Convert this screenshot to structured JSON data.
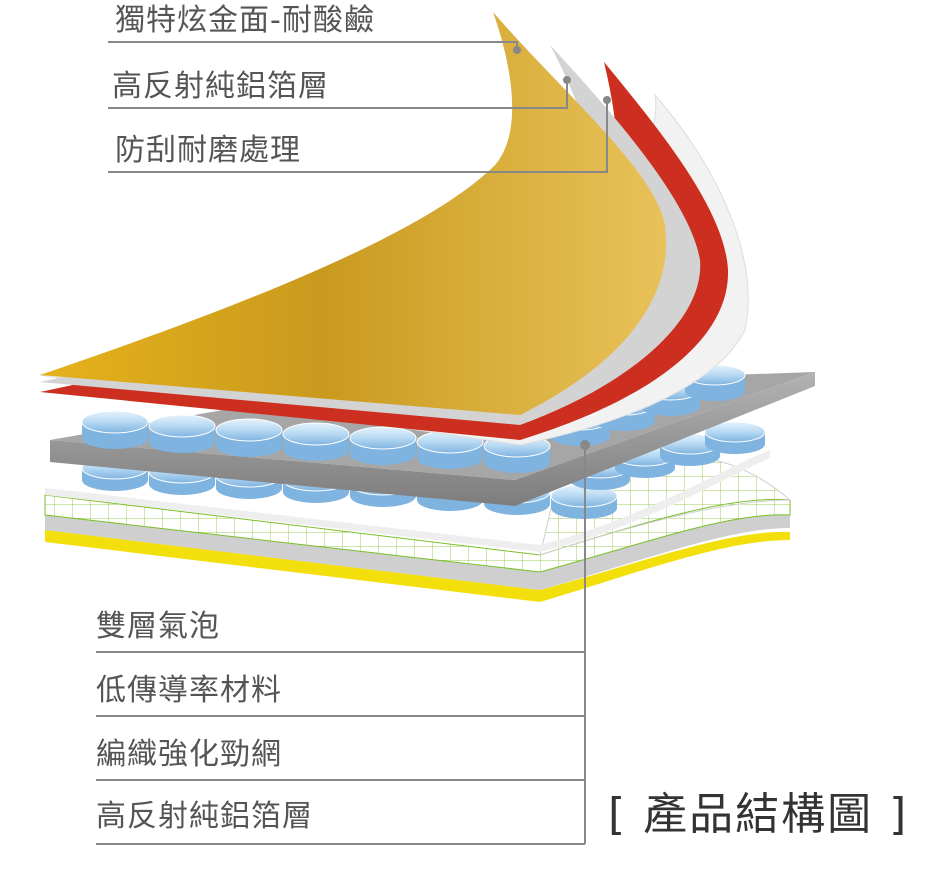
{
  "top_labels": [
    "獨特炫金面-耐酸鹼",
    "高反射純鋁箔層",
    "防刮耐磨處理"
  ],
  "bottom_labels": [
    "雙層氣泡",
    "低傳導率材料",
    "編織強化勁網",
    "高反射純鋁箔層"
  ],
  "title": "[ 產品結構圖 ]",
  "colors": {
    "gold": "#d9a52a",
    "red": "#cc2e1f",
    "silver": "#c8c8c8",
    "bubble": "#a9d0ef",
    "sheet": "#9a9a9a",
    "mesh": "#7bbf2a",
    "yellow": "#f2df0c",
    "leader": "#888888",
    "text": "#555555"
  }
}
